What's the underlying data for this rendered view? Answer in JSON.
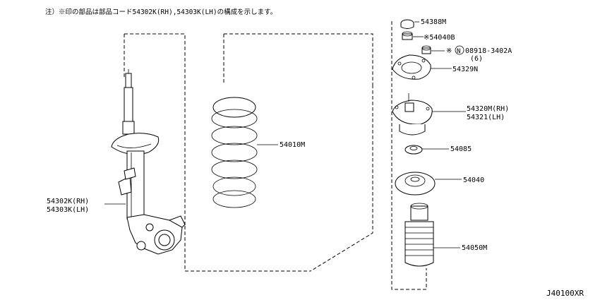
{
  "note": "注）※印の部品は部品コード54302K(RH),54303K(LH)の構成を示します。",
  "diagram_code": "J40100XR",
  "callouts": {
    "strut_rh": "54302K(RH)",
    "strut_lh": "54303K(LH)",
    "spring": "54010M",
    "cap": "54388M",
    "nut": "※54040B",
    "bolt_mark": "※",
    "bolt_symbol": "N",
    "bolt": "08918-3402A",
    "bolt_qty": "(6)",
    "gasket": "54329N",
    "mount_rh": "54320M(RH)",
    "mount_lh": "54321(LH)",
    "bearing": "54085",
    "seat": "54040",
    "boot": "54050M"
  }
}
